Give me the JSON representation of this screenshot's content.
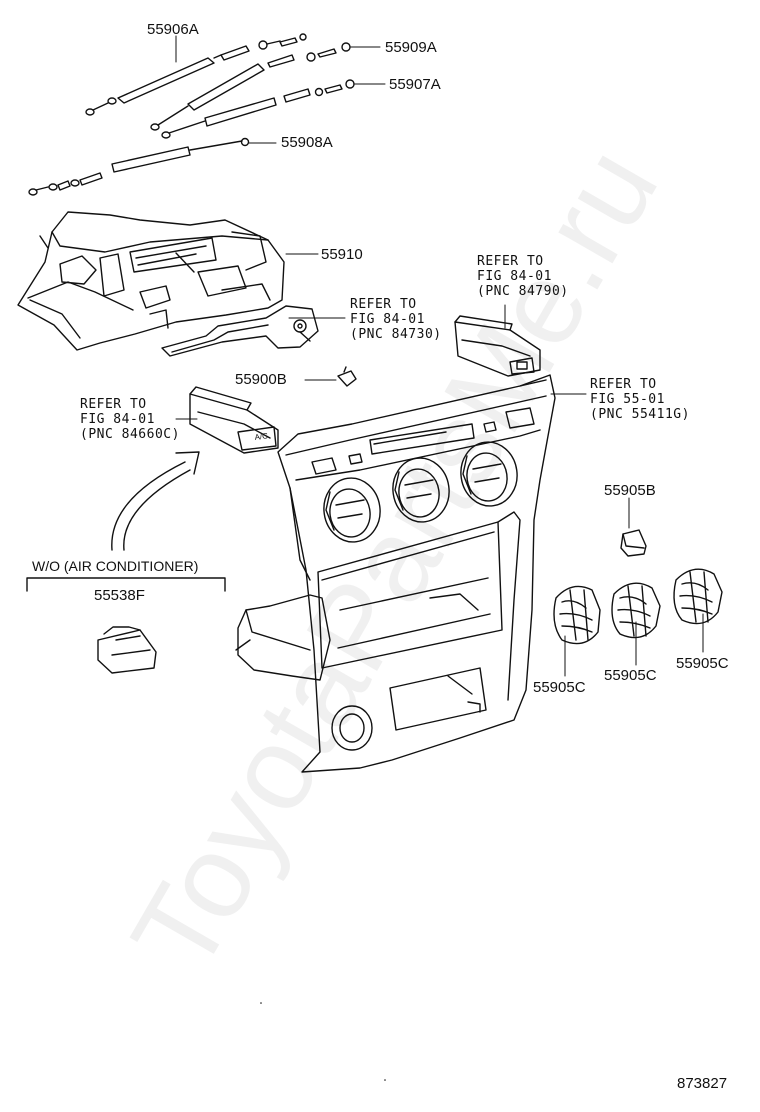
{
  "parts": {
    "p55906a": "55906A",
    "p55909a": "55909A",
    "p55907a": "55907A",
    "p55908a": "55908A",
    "p55910": "55910",
    "p55900b": "55900B",
    "p55905b": "55905B",
    "p55538f": "55538F",
    "p55905c": "55905C"
  },
  "refs": {
    "r84790": [
      "REFER TO",
      "FIG 84-01",
      "(PNC 84790)"
    ],
    "r84730": [
      "REFER TO",
      "FIG 84-01",
      "(PNC 84730)"
    ],
    "r84660c": [
      "REFER TO",
      "FIG 84-01",
      "(PNC 84660C)"
    ],
    "r55411g": [
      "REFER TO",
      "FIG 55-01",
      "(PNC 55411G)"
    ]
  },
  "variant": "W/O (AIR CONDITIONER)",
  "switch_text": "A/C",
  "diagram_id": "873827",
  "watermark": "ToyotaPartsMe.ru"
}
